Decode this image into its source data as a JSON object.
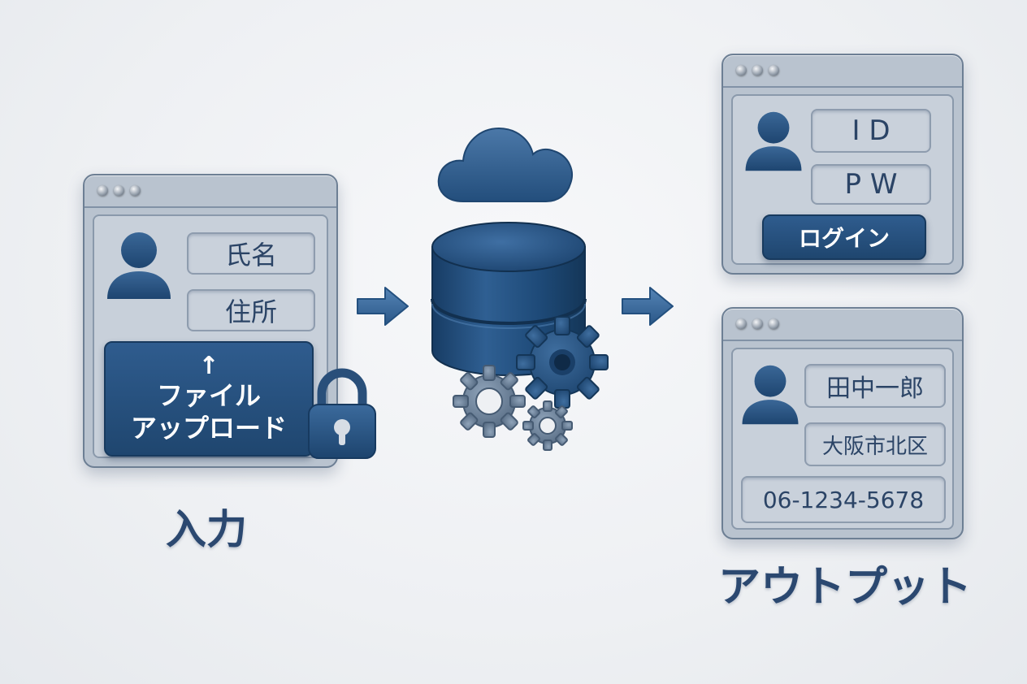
{
  "input": {
    "fields": [
      "氏名",
      "住所"
    ],
    "upload_arrow": "↑",
    "upload_line1": "ファイル",
    "upload_line2": "アップロード",
    "caption": "入力"
  },
  "login": {
    "fields": [
      "I D",
      "P W"
    ],
    "button": "ログイン"
  },
  "output": {
    "fields": [
      "田中一郎",
      "大阪市北区",
      "06-1234-5678"
    ],
    "caption": "アウトプット"
  },
  "colors": {
    "accent": "#23507f",
    "window": "#b9c3cf",
    "text": "#2b4466"
  },
  "icons": [
    "user-icon",
    "lock-icon",
    "cloud-icon",
    "database-icon",
    "gear-icon",
    "arrow-right-icon"
  ]
}
